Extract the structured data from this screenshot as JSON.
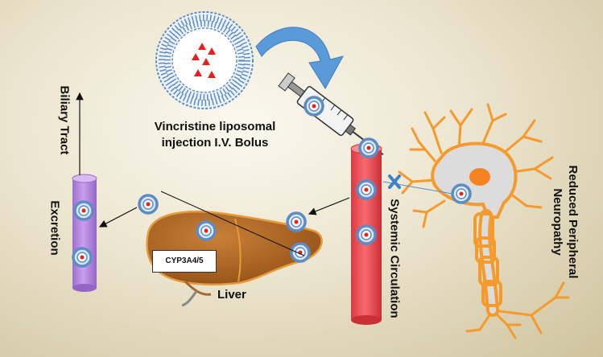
{
  "labels": {
    "vincristine_line1": "Vincristine liposomal",
    "vincristine_line2": "injection I.V. Bolus",
    "biliary": "Biliary Tract",
    "excretion": "Excretion",
    "liver": "Liver",
    "enzyme": "CYP3A4/5",
    "systemic": "Systemic Circulation",
    "neuropathy_line1": "Reduced Peripheral",
    "neuropathy_line2": "Neuropathy"
  },
  "colors": {
    "vessel_red": "#f2585e",
    "vessel_purple": "#b787e0",
    "liver": "#b0641f",
    "neuron": "#f59a2c",
    "nucleus": "#f58220",
    "liposome": "#5b8cc7",
    "drug": "#e8201c",
    "block": "#3b82c9"
  }
}
